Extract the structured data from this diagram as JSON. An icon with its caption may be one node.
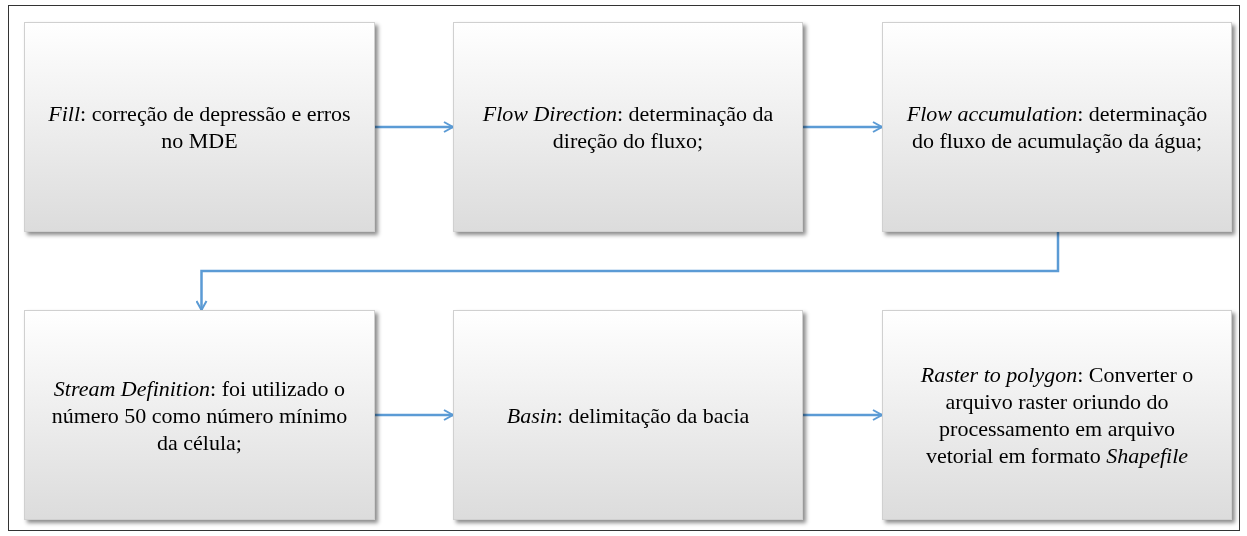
{
  "diagram": {
    "nodes": [
      {
        "text": [
          "*Fill*: correção de depressão e erros no MDE"
        ]
      },
      {
        "text": [
          "*Flow Direction*: determinação da direção do fluxo;"
        ]
      },
      {
        "text": [
          "*Flow accumulation*: determinação do fluxo de acumulação da água;"
        ]
      },
      {
        "text": [
          "*Stream Definition*: foi utilizado o número 50 como número mínimo da célula;"
        ]
      },
      {
        "text": [
          "*Basin*: delimitação da bacia"
        ]
      },
      {
        "text": [
          "*Raster to polygon*: Converter o arquivo raster oriundo do processamento em arquivo vetorial em formato *Shapefile*"
        ]
      }
    ],
    "edges": [
      {
        "from": 0,
        "to": 1,
        "arrow": "to"
      },
      {
        "from": 1,
        "to": 2,
        "arrow": "to"
      },
      {
        "from": 2,
        "to": 3,
        "arrow": "to"
      },
      {
        "from": 3,
        "to": 4,
        "arrow": "to"
      },
      {
        "from": 4,
        "to": 5,
        "arrow": "to"
      }
    ]
  }
}
